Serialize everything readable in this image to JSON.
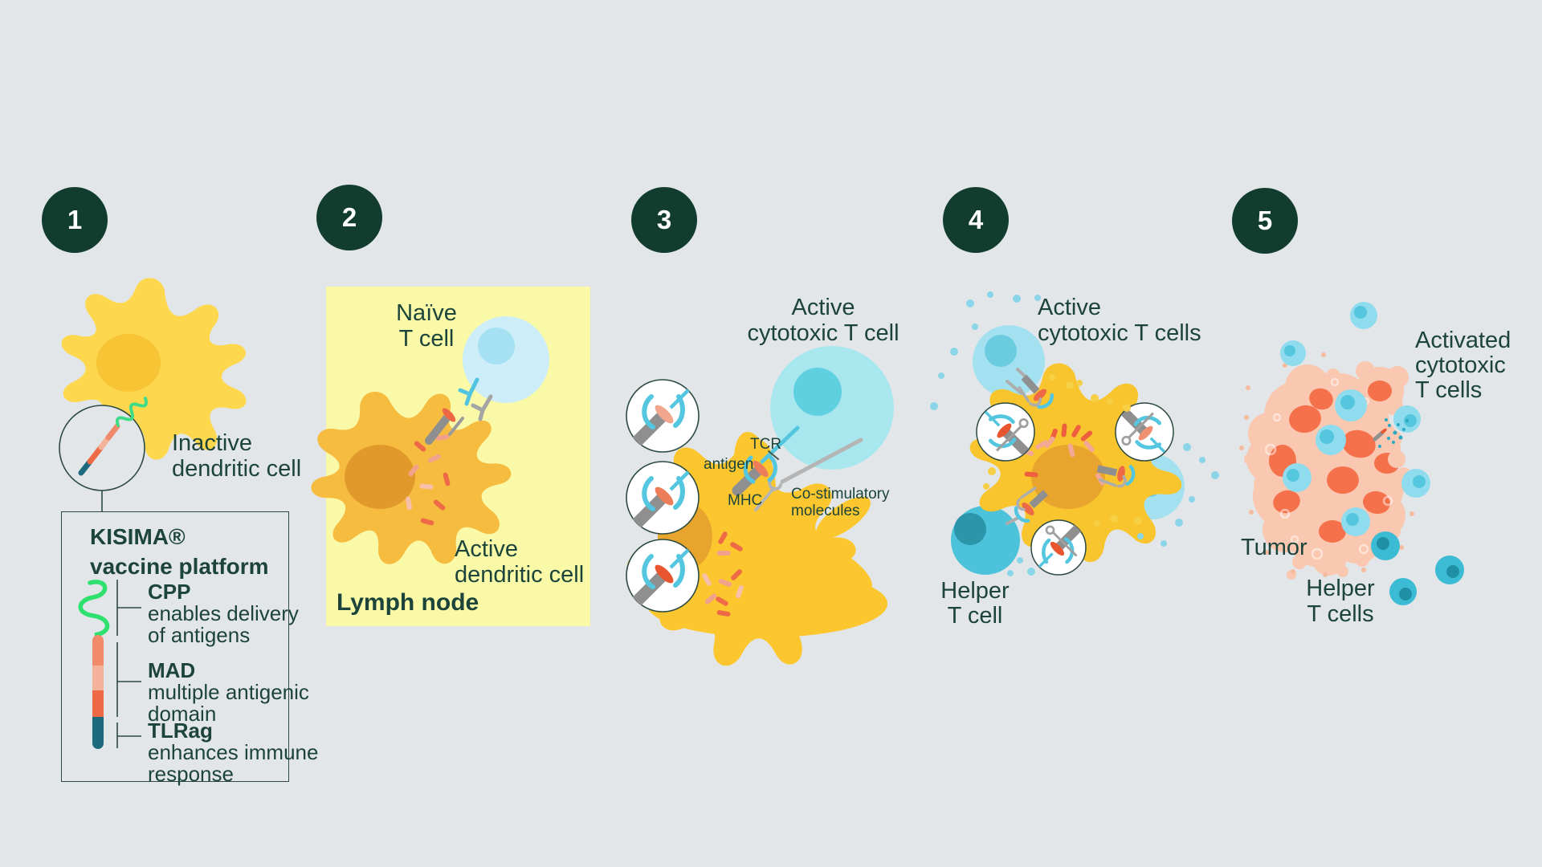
{
  "title": "KISIMA vaccine platform immune mechanism",
  "steps": [
    "1",
    "2",
    "3",
    "4",
    "5"
  ],
  "step1": {
    "cell_label": [
      "Inactive",
      "dendritic cell"
    ],
    "legend": {
      "title": [
        "KISIMA®",
        "vaccine platform"
      ],
      "items": [
        {
          "label": "CPP",
          "desc": [
            "enables delivery",
            "of antigens"
          ]
        },
        {
          "label": "MAD",
          "desc": [
            "multiple antigenic",
            "domain"
          ]
        },
        {
          "label": "TLRag",
          "desc": [
            "enhances immune",
            "response"
          ]
        }
      ]
    }
  },
  "step2": {
    "region_label": "Lymph node",
    "naive_t_cell_label": [
      "Naïve",
      "T cell"
    ],
    "active_dc_label": [
      "Active",
      "dendritic cell"
    ]
  },
  "step3": {
    "title": [
      "Active",
      "cytotoxic T cell"
    ],
    "tcr_label": "TCR",
    "antigen_label": "antigen",
    "mhc_label": "MHC",
    "costim_label": [
      "Co-stimulatory",
      "molecules"
    ]
  },
  "step4": {
    "title": [
      "Active",
      "cytotoxic T cells"
    ],
    "helper_label": [
      "Helper",
      "T cell"
    ]
  },
  "step5": {
    "title": [
      "Activated",
      "cytotoxic",
      "T cells"
    ],
    "tumor_label": "Tumor",
    "helper_label": [
      "Helper",
      "T cells"
    ]
  },
  "colors": {
    "background": "#e3e6e8",
    "text": "#1c443a",
    "step_badge": "#113c2e",
    "lymph_node_bg": "#f9f9a8",
    "inactive_dendritic_cell": "#fdd84e",
    "active_dendritic_cell": "#f6bc40",
    "dendritic_cell_step3": "#fcc72e",
    "dendritic_nucleus": "#e8a42c",
    "naive_t_cell": "#cdeef8",
    "cytotoxic_t_cell": "#a9e7ef",
    "helper_t_cell": "#4cc3da",
    "t_cell_step5": "#8edcee",
    "teal_t_cell": "#3bbcd4",
    "tumor_body": "#fac7b0",
    "tumor_nucleus": "#f4714b",
    "cpp_green": "#2ee06e",
    "mad_salmon": "#f08a6b",
    "mad_light": "#f5b29b",
    "mad_red": "#ee6a47",
    "tlrag_teal": "#1d6a7e",
    "receptor_gray": "#8f8f8f",
    "tcr_cyan": "#54c6e0"
  }
}
